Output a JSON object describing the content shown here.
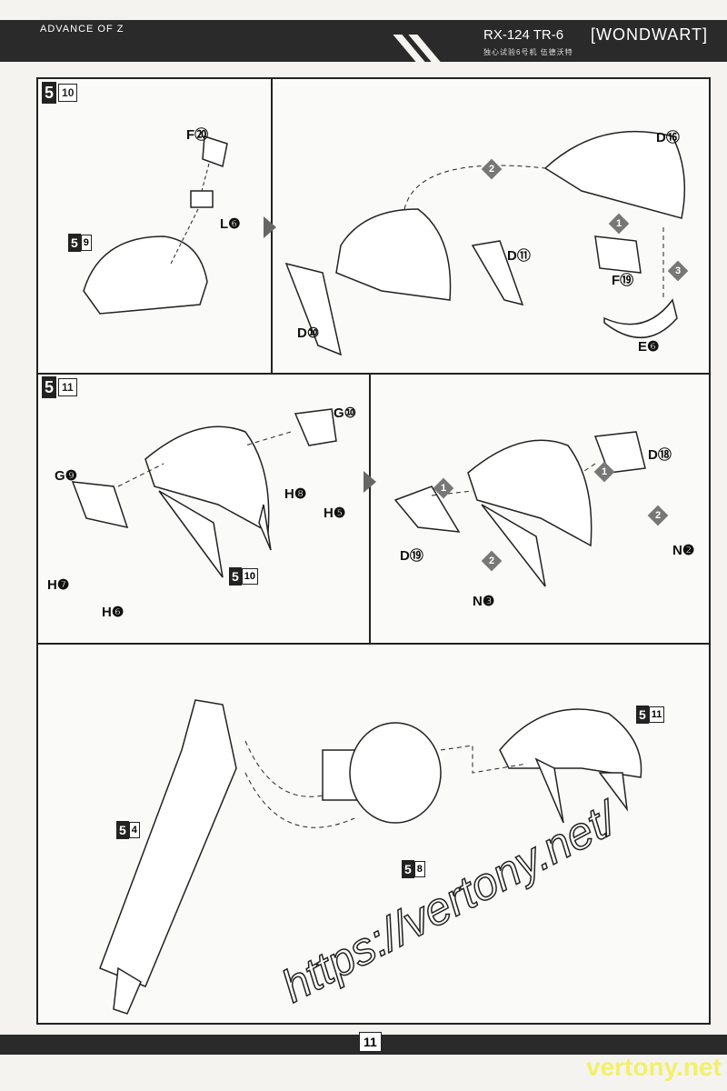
{
  "header": {
    "series": "ADVANCE OF Z",
    "model": "RX-124  TR-6",
    "name": "[WONDWART]",
    "subtitle_cn": "独心试验6号机  伍德沃特"
  },
  "steps": [
    {
      "step": "5",
      "sub": "10",
      "parts": [
        "F⑳",
        "L❻"
      ],
      "refs": [
        {
          "s": "5",
          "n": "9"
        }
      ]
    },
    {
      "parts": [
        "D⑯",
        "D⑪",
        "F⑲",
        "D⑩",
        "E❻"
      ],
      "order": [
        "2",
        "1",
        "3"
      ]
    },
    {
      "step": "5",
      "sub": "11",
      "parts": [
        "G⑩",
        "G❾",
        "H❽",
        "H❺",
        "H❼",
        "H❻"
      ],
      "refs": [
        {
          "s": "5",
          "n": "10"
        }
      ]
    },
    {
      "parts": [
        "D⑱",
        "D⑲",
        "N❷",
        "N❸"
      ],
      "order": [
        "1",
        "1",
        "2",
        "2"
      ]
    },
    {
      "refs": [
        {
          "s": "5",
          "n": "11"
        },
        {
          "s": "5",
          "n": "4"
        },
        {
          "s": "5",
          "n": "8"
        }
      ]
    }
  ],
  "footer": {
    "page": "11"
  },
  "watermark": {
    "url": "https://vertony.net/",
    "site": "vertony.net"
  }
}
